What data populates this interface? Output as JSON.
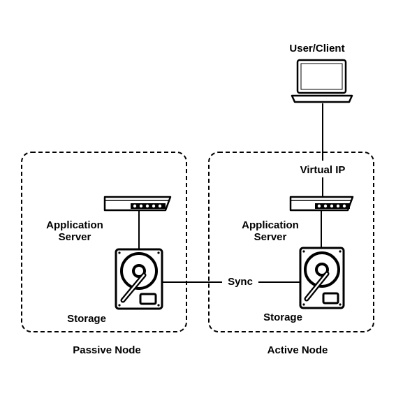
{
  "colors": {
    "stroke": "#000000",
    "background": "#ffffff"
  },
  "client": {
    "label": "User/Client",
    "icon": "laptop-icon"
  },
  "connection": {
    "virtual_ip_label": "Virtual IP",
    "sync_label": "Sync"
  },
  "passive_node": {
    "label": "Passive Node",
    "server_label_line1": "Application",
    "server_label_line2": "Server",
    "storage_label": "Storage",
    "server_icon": "server-icon",
    "storage_icon": "hard-drive-icon"
  },
  "active_node": {
    "label": "Active Node",
    "server_label_line1": "Application",
    "server_label_line2": "Server",
    "storage_label": "Storage",
    "server_icon": "server-icon",
    "storage_icon": "hard-drive-icon"
  }
}
